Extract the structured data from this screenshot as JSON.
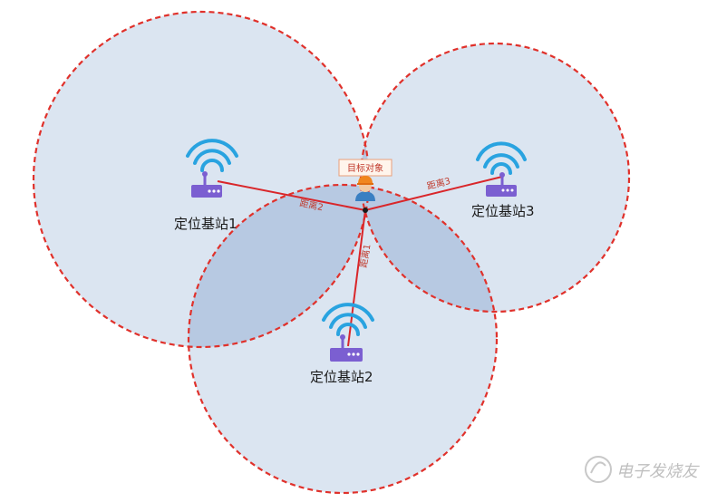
{
  "stations": [
    {
      "id": "1",
      "label": "定位基站1"
    },
    {
      "id": "2",
      "label": "定位基站2"
    },
    {
      "id": "3",
      "label": "定位基站3"
    }
  ],
  "distances": {
    "d1": "距离1",
    "d2": "距离2",
    "d3": "距离3"
  },
  "target": {
    "label": "目标对象"
  },
  "watermark": {
    "text": "电子发烧友"
  },
  "colors": {
    "circle_fill": "#dbe5f1",
    "overlap_fill": "#b7c9e2",
    "circle_stroke": "#e0312b",
    "line": "#d9262a",
    "wifi": "#29a3e0",
    "router": "#7b5fd1"
  },
  "icons": {
    "wifi": "wifi-icon",
    "router": "router-icon",
    "person": "person-icon"
  }
}
